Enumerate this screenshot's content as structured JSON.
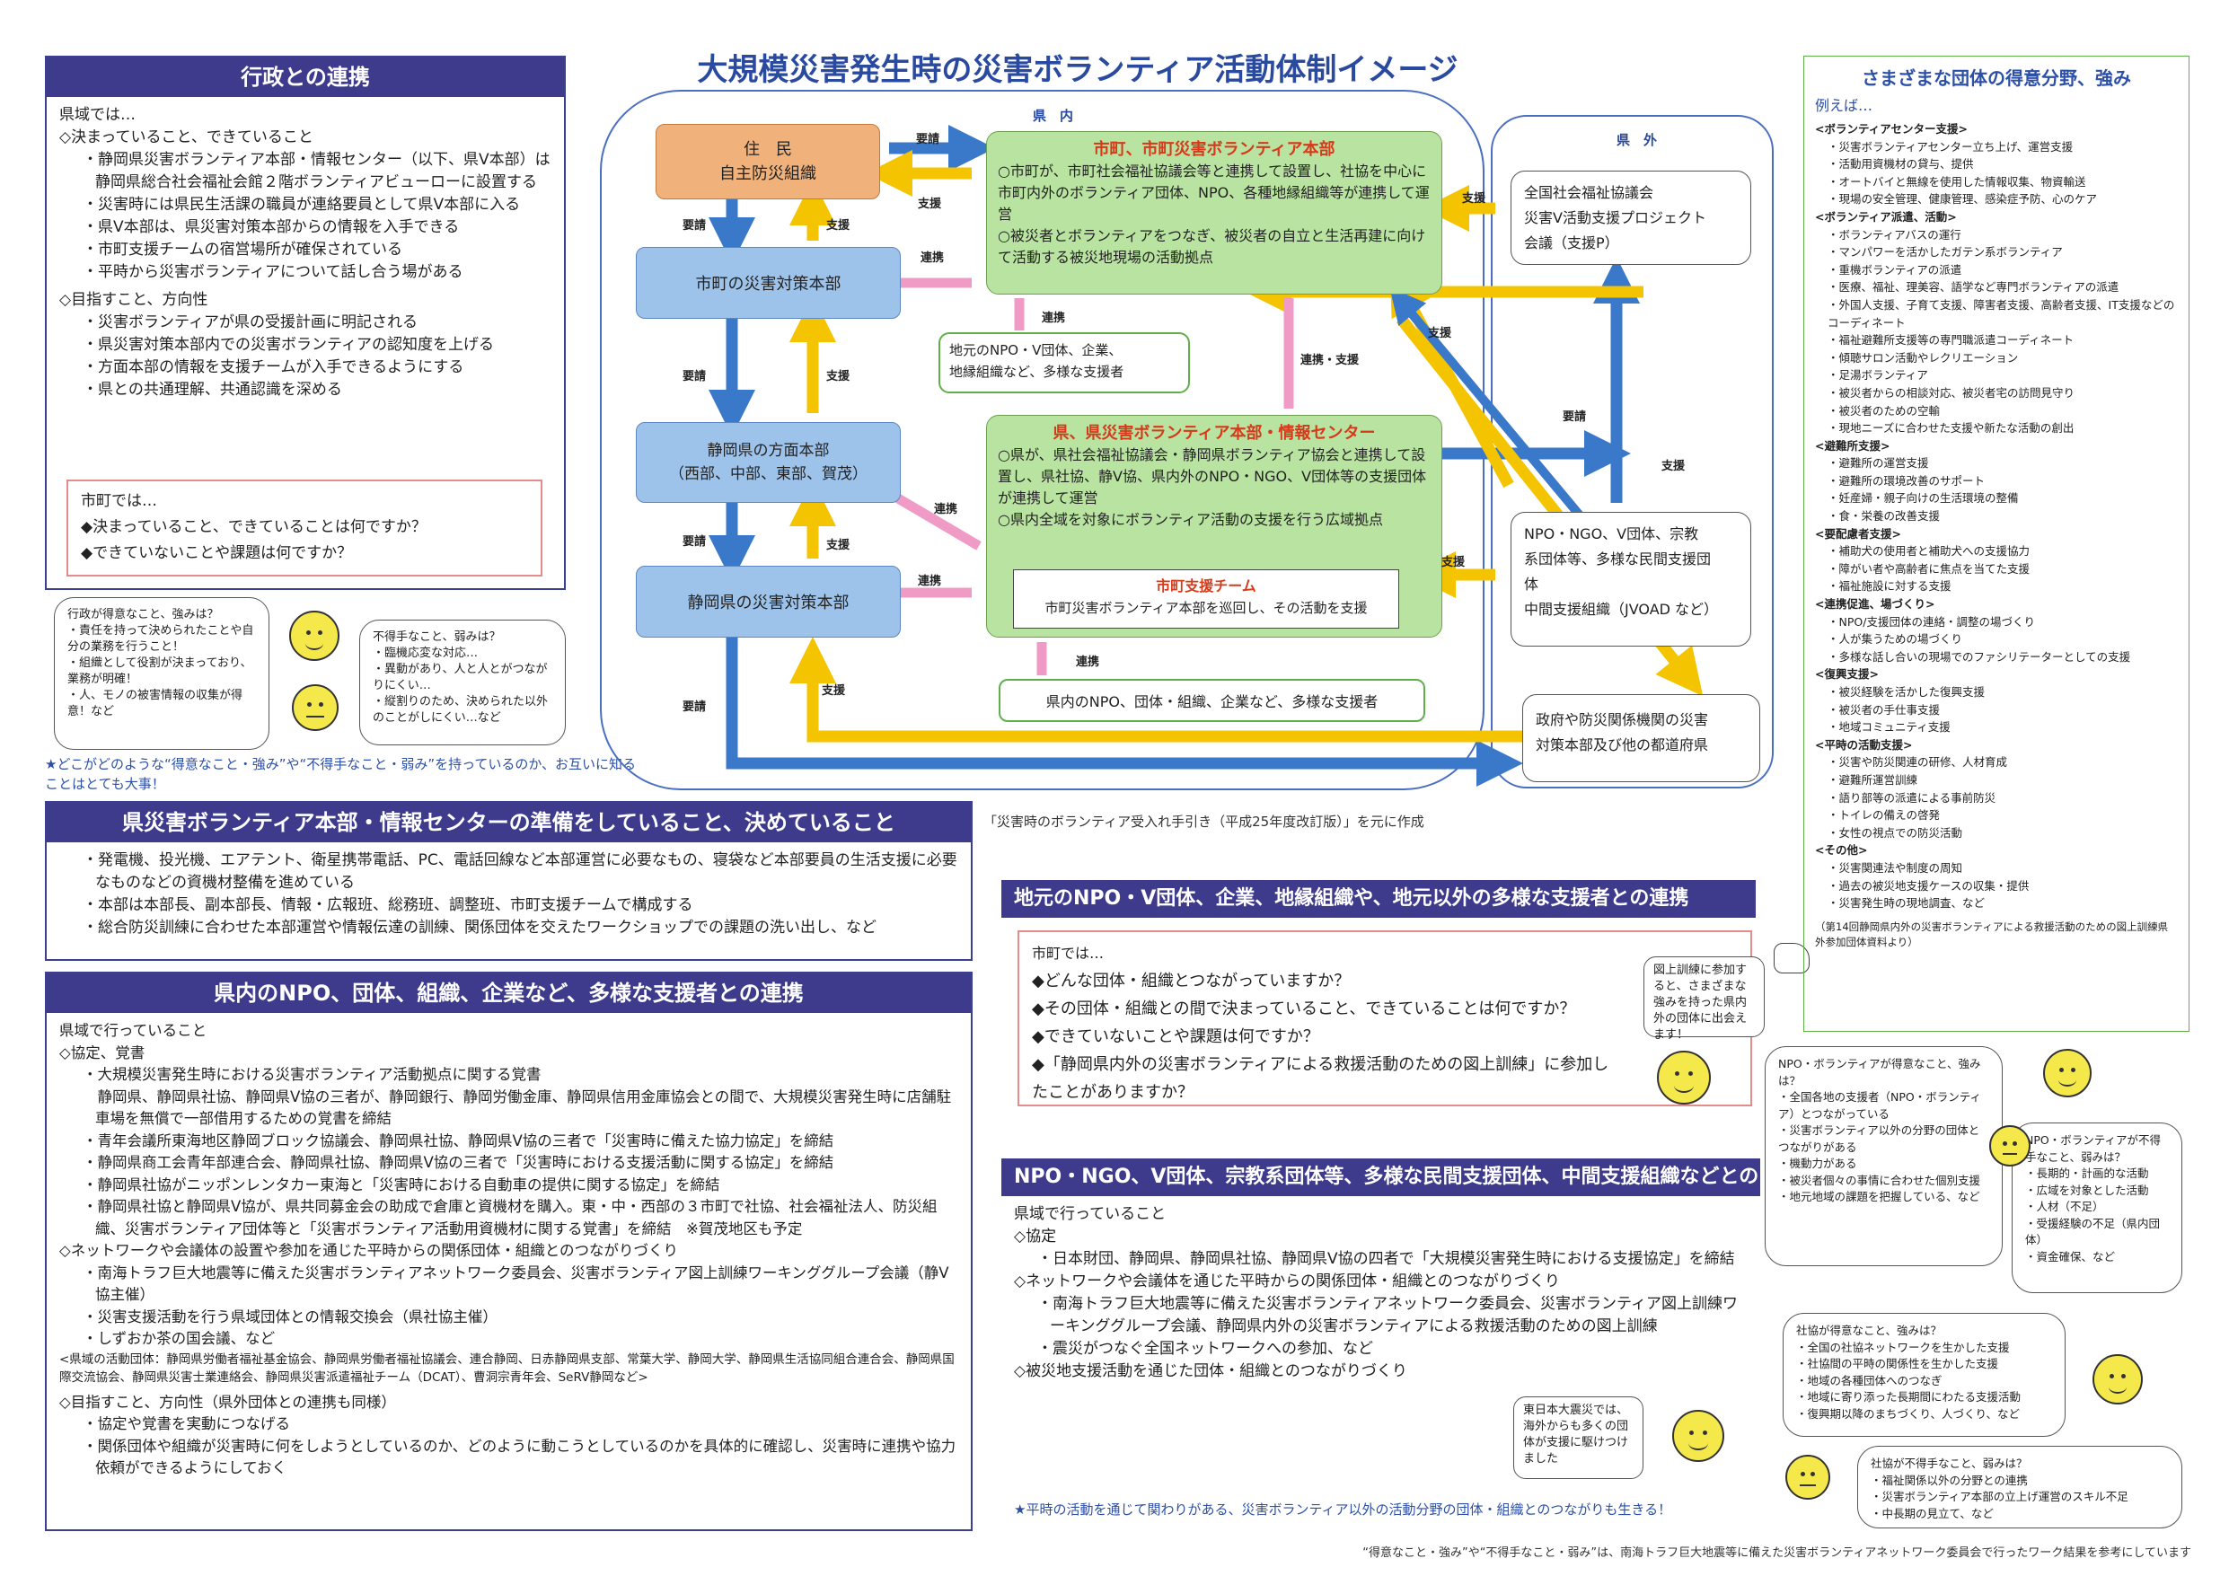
{
  "title": "大規模災害発生時の災害ボランティア活動体制イメージ",
  "gyosei": {
    "header": "行政との連携",
    "lines": [
      "県域では…",
      "◇決まっていること、できていること",
      "・静岡県災害ボランティア本部・情報センター（以下、県V本部）は静岡県総合社会福祉会館２階ボランティアビューローに設置する",
      "・災害時には県民生活課の職員が連絡要員として県V本部に入る",
      "・県V本部は、県災害対策本部からの情報を入手できる",
      "・市町支援チームの宿営場所が確保されている",
      "・平時から災害ボランティアについて話し合う場がある",
      "◇目指すこと、方向性",
      "・災害ボランティアが県の受援計画に明記される",
      "・県災害対策本部内での災害ボランティアの認知度を上げる",
      "・方面本部の情報を支援チームが入手できるようにする",
      "・県との共通理解、共通認識を深める"
    ],
    "shicho_box": [
      "市町では…",
      "◆決まっていること、できていることは何ですか？",
      "◆できていないことや課題は何ですか？"
    ]
  },
  "bubble_good_gyosei": [
    "行政が得意なこと、強みは？",
    "・責任を持って決められたことや自分の業務を行うこと！",
    "・組織として役割が決まっており、業務が明確！",
    "・人、モノの被害情報の収集が得意！など"
  ],
  "bubble_bad_gyosei": [
    "不得手なこと、弱みは？",
    "・臨機応変な対応…",
    "・異動があり、人と人とがつながりにくい…",
    "・縦割りのため、決められた以外のことがしにくい…など"
  ],
  "star_note1": "★どこがどのような“得意なこと・強み”や“不得手なこと・弱み”を持っているのか、お互いに知ることはとても大事！",
  "prep": {
    "header": "県災害ボランティア本部・情報センターの準備をしていること、決めていること",
    "lines": [
      "・発電機、投光機、エアテント、衛星携帯電話、PC、電話回線など本部運営に必要なもの、寝袋など本部要員の生活支援に必要なものなどの資機材整備を進めている",
      "・本部は本部長、副本部長、情報・広報班、総務班、調整班、市町支援チームで構成する",
      "・総合防災訓練に合わせた本部運営や情報伝達の訓練、関係団体を交えたワークショップでの課題の洗い出し、など"
    ]
  },
  "kennai": {
    "header": "県内のNPO、団体、組織、企業など、多様な支援者との連携",
    "lines": [
      "県域で行っていること",
      "◇協定、覚書",
      "・大規模災害発生時における災害ボランティア活動拠点に関する覚書",
      "　静岡県、静岡県社協、静岡県V協の三者が、静岡銀行、静岡労働金庫、静岡県信用金庫協会との間で、大規模災害発生時に店舗駐車場を無償で一部借用するための覚書を締結",
      "・青年会議所東海地区静岡ブロック協議会、静岡県社協、静岡県V協の三者で「災害時に備えた協力協定」を締結",
      "・静岡県商工会青年部連合会、静岡県社協、静岡県V協の三者で「災害時における支援活動に関する協定」を締結",
      "・静岡県社協がニッポンレンタカー東海と「災害時における自動車の提供に関する協定」を締結",
      "・静岡県社協と静岡県V協が、県共同募金会の助成で倉庫と資機材を購入。東・中・西部の３市町で社協、社会福祉法人、防災組織、災害ボランティア団体等と「災害ボランティア活動用資機材に関する覚書」を締結　※賀茂地区も予定",
      "◇ネットワークや会議体の設置や参加を通じた平時からの関係団体・組織とのつながりづくり",
      "・南海トラフ巨大地震等に備えた災害ボランティアネットワーク委員会、災害ボランティア図上訓練ワーキンググループ会議（静V協主催）",
      "・災害支援活動を行う県域団体との情報交換会（県社協主催）",
      "・しずおか茶の国会議、など",
      "<県域の活動団体：静岡県労働者福祉基金協会、静岡県労働者福祉協議会、連合静岡、日赤静岡県支部、常葉大学、静岡大学、静岡県生活協同組合連合会、静岡県国際交流協会、静岡県災害士業連絡会、静岡県災害派遣福祉チーム（DCAT）、曹洞宗青年会、SeRV静岡など>",
      "◇目指すこと、方向性（県外団体との連携も同様）",
      "・協定や覚書を実動につなげる",
      "・関係団体や組織が災害時に何をしようとしているのか、どのように動こうとしているのかを具体的に確認し、災害時に連携や協力依頼ができるようにしておく"
    ]
  },
  "source_note": "「災害時のボランティア受入れ手引き（平成25年度改訂版）」を元に作成",
  "jimoto": {
    "header": "地元のNPO・V団体、企業、地縁組織や、地元以外の多様な支援者との連携",
    "lines": [
      "市町では…",
      "◆どんな団体・組織とつながっていますか？",
      "◆その団体・組織との間で決まっていること、できていることは何ですか？",
      "◆できていないことや課題は何ですか？",
      "◆「静岡県内外の災害ボランティアによる救援活動のための図上訓練」に参加したことがありますか？"
    ]
  },
  "bubble_zujo": "図上訓練に参加すると、さまざまな強みを持った県内外の団体に出会えます！",
  "npo": {
    "header": "NPO・NGO、V団体、宗教系団体等、多様な民間支援団体、中間支援組織などとの連携",
    "lines": [
      "県域で行っていること",
      "◇協定",
      "・日本財団、静岡県、静岡県社協、静岡県V協の四者で「大規模災害発生時における支援協定」を締結",
      "◇ネットワークや会議体を通じた平時からの関係団体・組織とのつながりづくり",
      "・南海トラフ巨大地震等に備えた災害ボランティアネットワーク委員会、災害ボランティア図上訓練ワーキンググループ会議、静岡県内外の災害ボランティアによる救援活動のための図上訓練",
      "・震災がつなぐ全国ネットワークへの参加、など",
      "◇被災地支援活動を通じた団体・組織とのつながりづくり"
    ],
    "bubble": "東日本大震災では、海外からも多くの団体が支援に駆けつけました",
    "star_note": "★平時の活動を通じて関わりがある、災害ボランティア以外の活動分野の団体・組織とのつながりも生きる！"
  },
  "diagram": {
    "kennai_label": "県　内",
    "kengai_label": "県　外",
    "jumin": [
      "住　民",
      "自主防災組織"
    ],
    "shicho_taisaku": "市町の災害対策本部",
    "homen": [
      "静岡県の方面本部",
      "（西部、中部、東部、賀茂）"
    ],
    "ken_taisaku": "静岡県の災害対策本部",
    "shicho_v": {
      "title": "市町、市町災害ボランティア本部",
      "lines": [
        "○市町が、市町社会福祉協議会等と連携して設置し、社協を中心に市町内外のボランティア団体、NPO、各種地縁組織等が連携して運営",
        "○被災者とボランティアをつなぎ、被災者の自立と生活再建に向けて活動する被災地現場の活動拠点"
      ]
    },
    "ken_v": {
      "title": "県、県災害ボランティア本部・情報センター",
      "lines": [
        "○県が、県社会福祉協議会・静岡県ボランティア協会と連携して設置し、県社協、静V協、県内外のNPO・NGO、V団体等の支援団体が連携して運営",
        "○県内全域を対象にボランティア活動の支援を行う広域拠点"
      ]
    },
    "team": {
      "title": "市町支援チーム",
      "text": "市町災害ボランティア本部を巡回し、その活動を支援"
    },
    "jimoto_box": [
      "地元のNPO・V団体、企業、",
      "地縁組織など、多様な支援者"
    ],
    "kennai_npo": "県内のNPO、団体・組織、企業など、多様な支援者",
    "zenkoku": [
      "全国社会福祉協議会",
      "災害V活動支援プロジェクト",
      "会議（支援P）"
    ],
    "npo_box": [
      "NPO・NGO、V団体、宗教",
      "系団体等、多様な民間支援団",
      "体",
      "中間支援組織（JVOAD など）"
    ],
    "seifu": [
      "政府や防災関係機関の災害",
      "対策本部及び他の都道府県"
    ],
    "labels": {
      "yosei": "要請",
      "shien": "支援",
      "renkei": "連携",
      "renkei_shien": "連携・支援"
    }
  },
  "strengths": {
    "title": "さまざまな団体の得意分野、強み",
    "reiba": "例えば…",
    "items": [
      {
        "cat": "<ボランティアセンター支援>",
        "li": [
          "・災害ボランティアセンター立ち上げ、運営支援",
          "・活動用資機材の貸与、提供",
          "・オートバイと無線を使用した情報収集、物資輸送",
          "・現場の安全管理、健康管理、感染症予防、心のケア"
        ]
      },
      {
        "cat": "<ボランティア派遣、活動>",
        "li": [
          "・ボランティアバスの運行",
          "・マンパワーを活かしたガテン系ボランティア",
          "・重機ボランティアの派遣",
          "・医療、福祉、理美容、語学など専門ボランティアの派遣",
          "・外国人支援、子育て支援、障害者支援、高齢者支援、IT支援などのコーディネート",
          "・福祉避難所支援等の専門職派遣コーディネート",
          "・傾聴サロン活動やレクリエーション",
          "・足湯ボランティア",
          "・被災者からの相談対応、被災者宅の訪問見守り",
          "・被災者のための空輸",
          "・現地ニーズに合わせた支援や新たな活動の創出"
        ]
      },
      {
        "cat": "<避難所支援>",
        "li": [
          "・避難所の運営支援",
          "・避難所の環境改善のサポート",
          "・妊産婦・親子向けの生活環境の整備",
          "・食・栄養の改善支援"
        ]
      },
      {
        "cat": "<要配慮者支援>",
        "li": [
          "・補助犬の使用者と補助犬への支援協力",
          "・障がい者や高齢者に焦点を当てた支援",
          "・福祉施設に対する支援"
        ]
      },
      {
        "cat": "<連携促進、場づくり>",
        "li": [
          "・NPO/支援団体の連絡・調整の場づくり",
          "・人が集うための場づくり",
          "・多様な話し合いの現場でのファシリテーターとしての支援"
        ]
      },
      {
        "cat": "<復興支援>",
        "li": [
          "・被災経験を活かした復興支援",
          "・被災者の手仕事支援",
          "・地域コミュニティ支援"
        ]
      },
      {
        "cat": "<平時の活動支援>",
        "li": [
          "・災害や防災関連の研修、人材育成",
          "・避難所運営訓練",
          "・語り部等の派遣による事前防災",
          "・トイレの備えの啓発",
          "・女性の視点での防災活動"
        ]
      },
      {
        "cat": "<その他>",
        "li": [
          "・災害関連法や制度の周知",
          "・過去の被災地支援ケースの収集・提供",
          "・災害発生時の現地調査、など"
        ]
      }
    ],
    "note": "（第14回静岡県内外の災害ボランティアによる救援活動のための図上訓練県外参加団体資料より）"
  },
  "bubble_npo_good": [
    "NPO・ボランティアが得意なこと、強みは？",
    "・全国各地の支援者（NPO・ボランティア）とつながっている",
    "・災害ボランティア以外の分野の団体とつながりがある",
    "・機動力がある",
    "・被災者個々の事情に合わせた個別支援",
    "・地元地域の課題を把握している、など"
  ],
  "bubble_npo_bad": [
    "NPO・ボランティアが不得手なこと、弱みは？",
    "・長期的・計画的な活動",
    "・広域を対象とした活動",
    "・人材（不足）",
    "・受援経験の不足（県内団体）",
    "・資金確保、など"
  ],
  "bubble_shakyo_good": [
    "社協が得意なこと、強みは？",
    "・全国の社協ネットワークを生かした支援",
    "・社協間の平時の関係性を生かした支援",
    "・地域の各種団体へのつなぎ",
    "・地域に寄り添った長期間にわたる支援活動",
    "・復興期以降のまちづくり、人づくり、など"
  ],
  "bubble_shakyo_bad": [
    "社協が不得手なこと、弱みは？",
    "・福祉関係以外の分野との連携",
    "・災害ボランティア本部の立上げ運営のスキル不足",
    "・中長期の見立て、など"
  ],
  "footer_note": "“得意なこと・強み”や“不得手なこと・弱み”は、南海トラフ巨大地震等に備えた災害ボランティアネットワーク委員会で行ったワーク結果を参考にしています",
  "colors": {
    "navy": "#3e3b8c",
    "orange": "#f0b27a",
    "blue": "#9ec3ea",
    "green": "#b9e3a0",
    "yellow": "#f5c400",
    "bluearrow": "#3a78c9",
    "pink": "#ef9bc6"
  }
}
